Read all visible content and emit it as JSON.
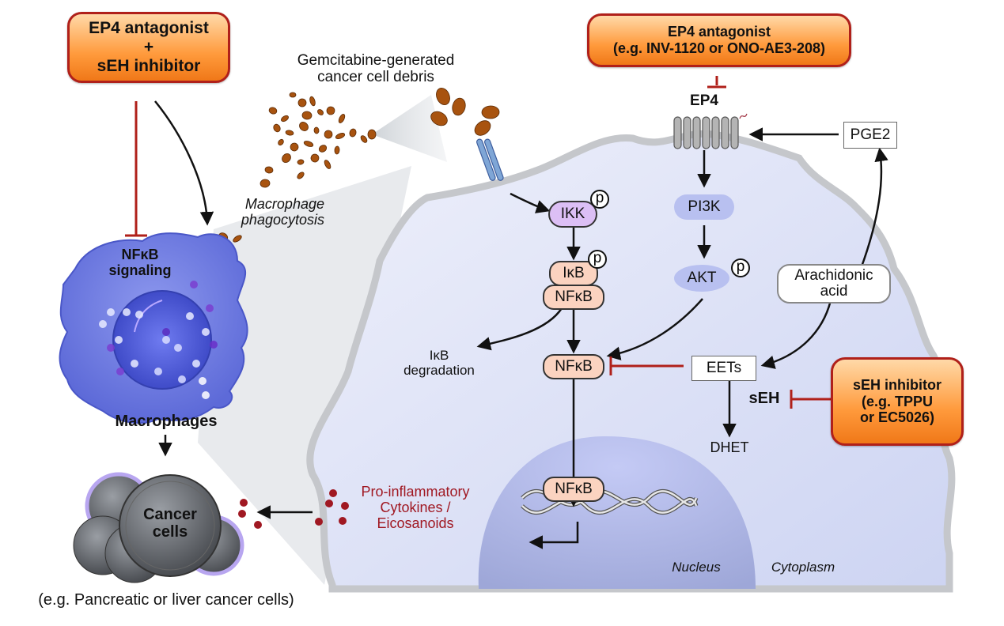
{
  "drugs": {
    "combo_top_left": {
      "line1": "EP4 antagonist",
      "line2": "+",
      "line3": "sEH inhibitor"
    },
    "ep4_antagonist": {
      "line1": "EP4 antagonist",
      "line2": "(e.g. INV-1120 or ONO-AE3-208)"
    },
    "seh_inhibitor": {
      "line1": "sEH inhibitor",
      "line2": "(e.g. TPPU",
      "line3": "or EC5026)"
    }
  },
  "labels": {
    "debris_line1": "Gemcitabine-generated",
    "debris_line2": "cancer cell debris",
    "phagocytosis_line1": "Macrophage",
    "phagocytosis_line2": "phagocytosis",
    "nfkb_signaling_line1": "NFκB",
    "nfkb_signaling_line2": "signaling",
    "macrophages": "Macrophages",
    "cancer_line1": "Cancer",
    "cancer_line2": "cells",
    "cancer_examples": "(e.g. Pancreatic or liver cancer cells)",
    "cytokines_line1": "Pro-inflammatory",
    "cytokines_line2": "Cytokines /",
    "cytokines_line3": "Eicosanoids",
    "ikb_deg_line1": "IκB",
    "ikb_deg_line2": "degradation",
    "nucleus": "Nucleus",
    "cytoplasm": "Cytoplasm",
    "ep4": "EP4",
    "seh": "sEH",
    "dhet": "DHET"
  },
  "nodes": {
    "ikk": "IKK",
    "ikb": "IκB",
    "nfkb_complex": "NFκB",
    "nfkb_free": "NFκB",
    "nfkb_nuclear": "NFκB",
    "pi3k": "PI3K",
    "akt": "AKT",
    "pge2": "PGE2",
    "arachidonic_line1": "Arachidonic",
    "arachidonic_line2": "acid",
    "eets": "EETs",
    "phospho": "p"
  },
  "colors": {
    "inhibit_red": "#b0201a",
    "cytokine_red": "#a01822",
    "drug_orange": "#ff9a3c",
    "cell_fill": "#dfe3f7",
    "nucleus_fill": "#aab3e6",
    "debris_brown": "#a8530f"
  }
}
